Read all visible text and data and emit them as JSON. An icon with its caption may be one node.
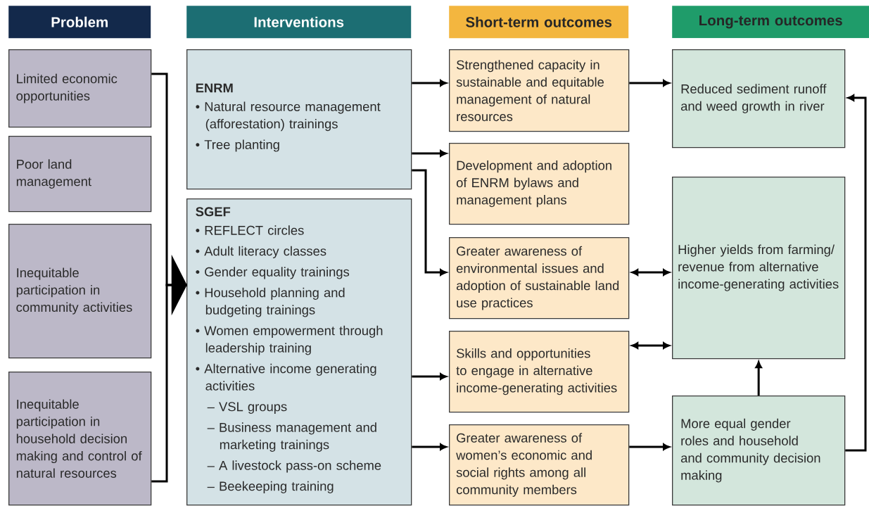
{
  "diagram": {
    "nodes": [
      {
        "text": [
          "Problem"
        ]
      },
      {
        "text": [
          "Interventions"
        ]
      },
      {
        "text": [
          "Short-term outcomes"
        ]
      },
      {
        "text": [
          "Long-term outcomes"
        ]
      },
      {
        "text": [
          "Limited economic opportunities"
        ]
      },
      {
        "text": [
          "Poor land management"
        ]
      },
      {
        "text": [
          "Inequitable participation in community activities"
        ]
      },
      {
        "text": [
          "Inequitable participation in household decision making and control of natural resources"
        ]
      },
      {
        "text": [
          "ENRM",
          "• Natural resource management (afforestation) trainings",
          "• Tree planting"
        ]
      },
      {
        "text": [
          "SGEF",
          "• REFLECT circles",
          "• Adult literacy classes",
          "• Gender equality trainings",
          "• Household planning and budgeting trainings",
          "• Women empowerment through leadership training",
          "• Alternative income generating activities",
          "– VSL groups",
          "– Business management and marketing trainings",
          "– A livestock pass-on scheme",
          "– Beekeeping training"
        ]
      },
      {
        "text": [
          "Strengthened capacity in sustainable and equitable management of natural resources"
        ]
      },
      {
        "text": [
          "Development and adoption of ENRM bylaws and management plans"
        ]
      },
      {
        "text": [
          "Greater awareness of environmental issues and adoption of sustainable land use practices"
        ]
      },
      {
        "text": [
          "Skills and opportunities to engage in alternative income-generating activities"
        ]
      },
      {
        "text": [
          "Greater awareness of women’s economic and social rights among all community members"
        ]
      },
      {
        "text": [
          "Reduced sediment runoff and weed growth in river"
        ]
      },
      {
        "text": [
          "Higher yields from farming/ revenue from alternative income-generating activities"
        ]
      },
      {
        "text": [
          "More equal gender roles and household and community decision making"
        ]
      }
    ],
    "edges": [
      {
        "from": 4,
        "to": 9,
        "arrow": "to"
      },
      {
        "from": 7,
        "to": 9,
        "arrow": "to"
      },
      {
        "from": 8,
        "to": 10,
        "arrow": "to"
      },
      {
        "from": 8,
        "to": 11,
        "arrow": "to"
      },
      {
        "from": 8,
        "to": 12,
        "arrow": "to"
      },
      {
        "from": 9,
        "to": 13,
        "arrow": "to"
      },
      {
        "from": 9,
        "to": 14,
        "arrow": "to"
      },
      {
        "from": 10,
        "to": 15,
        "arrow": "to"
      },
      {
        "from": 12,
        "to": 16,
        "arrow": "both"
      },
      {
        "from": 13,
        "to": 16,
        "arrow": "both"
      },
      {
        "from": 17,
        "to": 16,
        "arrow": "to"
      },
      {
        "from": 14,
        "to": 17,
        "arrow": "to"
      },
      {
        "from": 17,
        "to": 15,
        "arrow": "to"
      }
    ]
  }
}
